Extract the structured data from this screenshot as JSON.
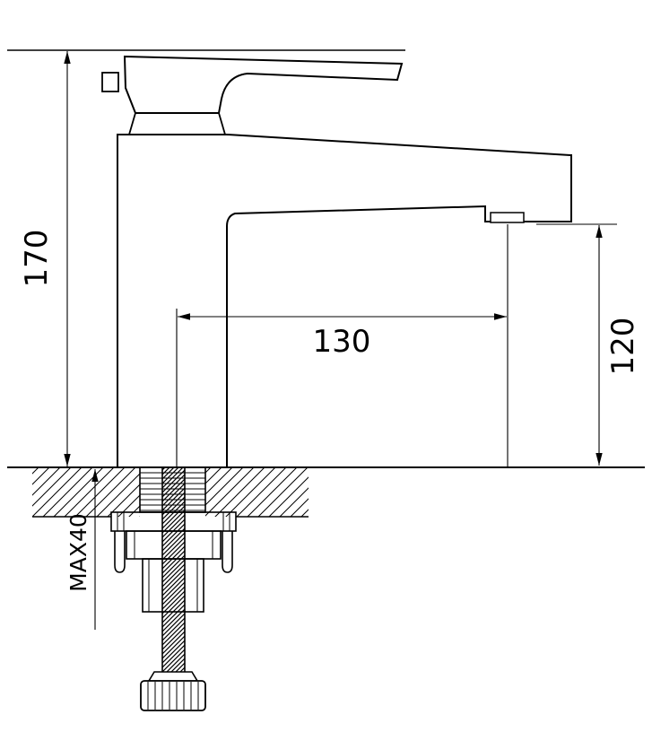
{
  "drawing": {
    "background": "#ffffff",
    "line_color": "#000000",
    "labels": {
      "height": "170",
      "reach": "130",
      "spout_height": "120",
      "max_mount": "MAX40"
    }
  }
}
